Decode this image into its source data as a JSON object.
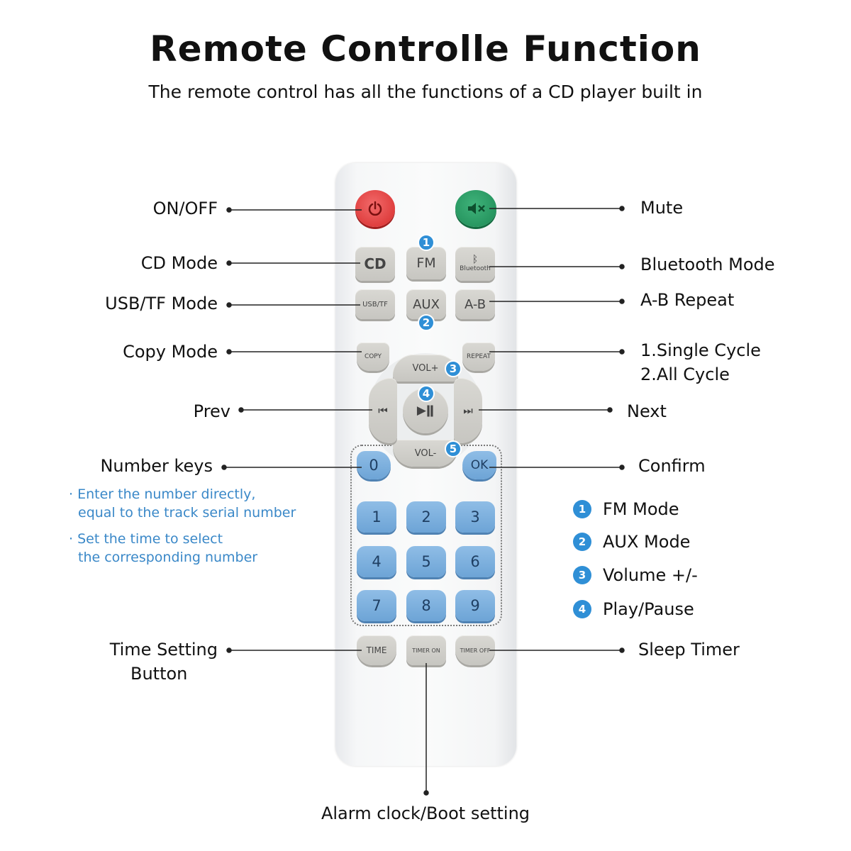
{
  "title": "Remote Controlle Function",
  "subtitle": "The remote control has all the functions of a CD player built in",
  "buttons": {
    "cd": "CD",
    "fm": "FM",
    "bluetooth": "Bluetooth",
    "usb_tf": "USB/TF",
    "aux": "AUX",
    "ab": "A-B",
    "copy": "COPY",
    "repeat": "REPEAT",
    "vol_up": "VOL+",
    "vol_down": "VOL-",
    "prev": "⏮",
    "next": "⏭",
    "play_pause": "▶ǁ",
    "zero": "0",
    "ok": "OK",
    "digits": [
      "1",
      "2",
      "3",
      "4",
      "5",
      "6",
      "7",
      "8",
      "9"
    ],
    "time": "TIME",
    "timer_on": "TIMER ON",
    "timer_off": "TIMER OFF"
  },
  "labels": {
    "on_off": "ON/OFF",
    "mute": "Mute",
    "cd_mode": "CD Mode",
    "bluetooth_mode": "Bluetooth Mode",
    "usb_tf_mode": "USB/TF Mode",
    "ab_repeat": "A-B Repeat",
    "copy_mode": "Copy Mode",
    "single_cycle": "1.Single Cycle",
    "all_cycle": "2.All Cycle",
    "prev": "Prev",
    "next": "Next",
    "number_keys": "Number keys",
    "confirm": "Confirm",
    "time_setting_1": "Time Setting",
    "time_setting_2": "Button",
    "sleep_timer": "Sleep Timer",
    "alarm_boot": "Alarm clock/Boot setting"
  },
  "notes": {
    "line1": "· Enter the number directly,",
    "line2": "equal to the track serial number",
    "line3": "· Set the time to select",
    "line4": "the corresponding number"
  },
  "badges": [
    "1",
    "2",
    "3",
    "4",
    "5"
  ],
  "legend": [
    {
      "num": "1",
      "text": "FM Mode"
    },
    {
      "num": "2",
      "text": "AUX Mode"
    },
    {
      "num": "3",
      "text": "Volume +/-"
    },
    {
      "num": "4",
      "text": "Play/Pause"
    }
  ],
  "colors": {
    "power_button": "#d72c2c",
    "mute_button": "#1d8a55",
    "number_keys": "#6da4d6",
    "badge": "#2f8fd6",
    "note_text": "#3a88c8"
  },
  "icons": {
    "power": "power-icon",
    "mute": "mute-icon",
    "bluetooth": "bluetooth-icon"
  }
}
